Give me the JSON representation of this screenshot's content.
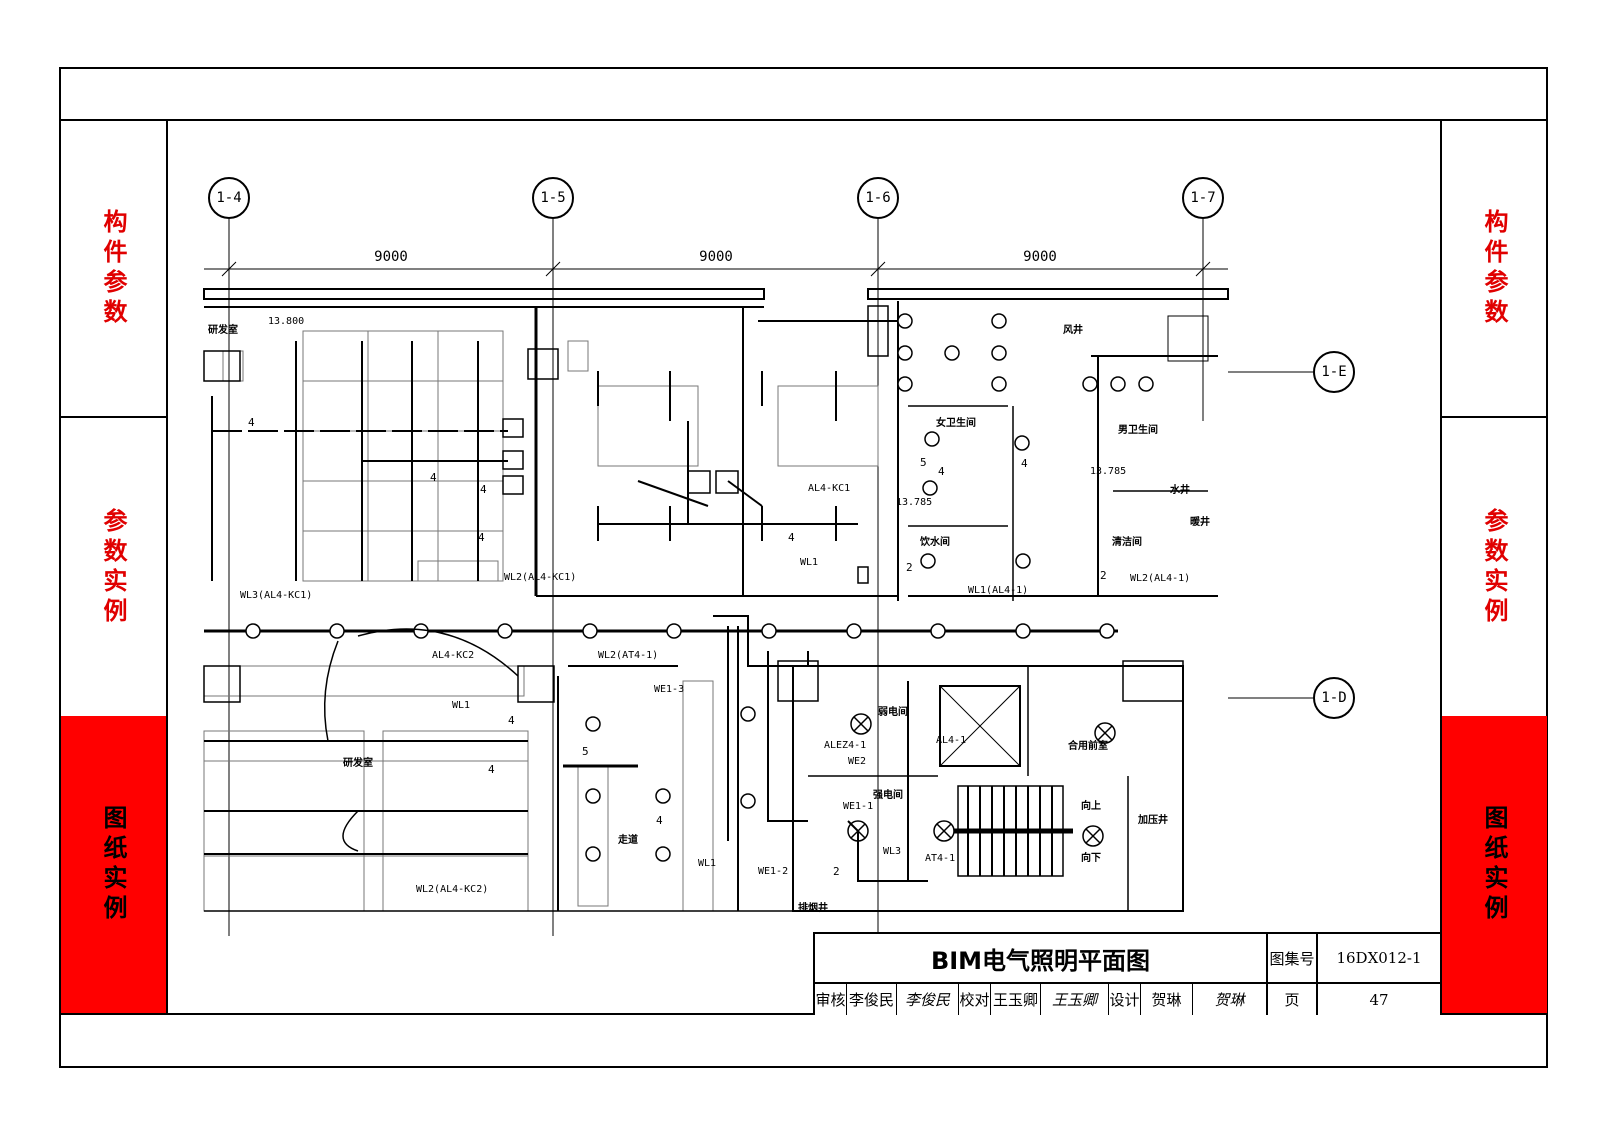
{
  "side_tabs": {
    "top": "构件参数",
    "middle": "参数实例",
    "bottom": "图纸实例"
  },
  "axes": {
    "columns": [
      "1-4",
      "1-5",
      "1-6",
      "1-7"
    ],
    "rows": [
      "1-E",
      "1-D"
    ],
    "spans": [
      "9000",
      "9000",
      "9000"
    ]
  },
  "elevations": [
    "13.800",
    "13.785",
    "13.785"
  ],
  "rooms": {
    "rd_top": "研发室",
    "rd_bottom": "研发室",
    "womens_wc": "女卫生间",
    "mens_wc": "男卫生间",
    "pantry": "饮水间",
    "cleaning": "清洁间",
    "wind_shaft": "风井",
    "water_shaft": "水井",
    "elec_shaft": "暖井",
    "strong_elec": "弱电间",
    "weak_elec": "强电间",
    "shared_lobby": "合用前室",
    "pressurize": "加压井",
    "corridor": "走道",
    "stair_up": "向上",
    "stair_down": "向下",
    "smoke_shaft": "排烟井"
  },
  "circuit_labels": {
    "wl3_kc1": "WL3(AL4-KC1)",
    "wl2_kc1": "WL2(AL4-KC1)",
    "al4_kc1": "AL4-KC1",
    "wl1_a": "WL1",
    "wl1_al41": "WL1(AL4-1)",
    "wl2_al41": "WL2(AL4-1)",
    "al4_kc2": "AL4-KC2",
    "wl2_at41": "WL2(AT4-1)",
    "we1_3": "WE1-3",
    "wl1_b": "WL1",
    "wl2_kc2": "WL2(AL4-KC2)",
    "alez4_1": "ALEZ4-1",
    "we2": "WE2",
    "we1_1": "WE1-1",
    "al4_1": "AL4-1",
    "wl3": "WL3",
    "at4_1": "AT4-1",
    "wl1_c": "WL1",
    "we1_2": "WE1-2"
  },
  "wire_counts": [
    "4",
    "4",
    "4",
    "4",
    "4",
    "5",
    "4",
    "4",
    "2",
    "2",
    "4",
    "4",
    "5",
    "4",
    "2"
  ],
  "title_block": {
    "drawing_title": "BIM电气照明平面图",
    "atlas_no_label": "图集号",
    "atlas_no": "16DX012-1",
    "review_label": "审核",
    "reviewer": "李俊民",
    "reviewer_sig": "李俊民",
    "check_label": "校对",
    "checker": "王玉卿",
    "checker_sig": "王玉卿",
    "design_label": "设计",
    "designer": "贺琳",
    "designer_sig": "贺琳",
    "page_label": "页",
    "page_no": "47"
  }
}
